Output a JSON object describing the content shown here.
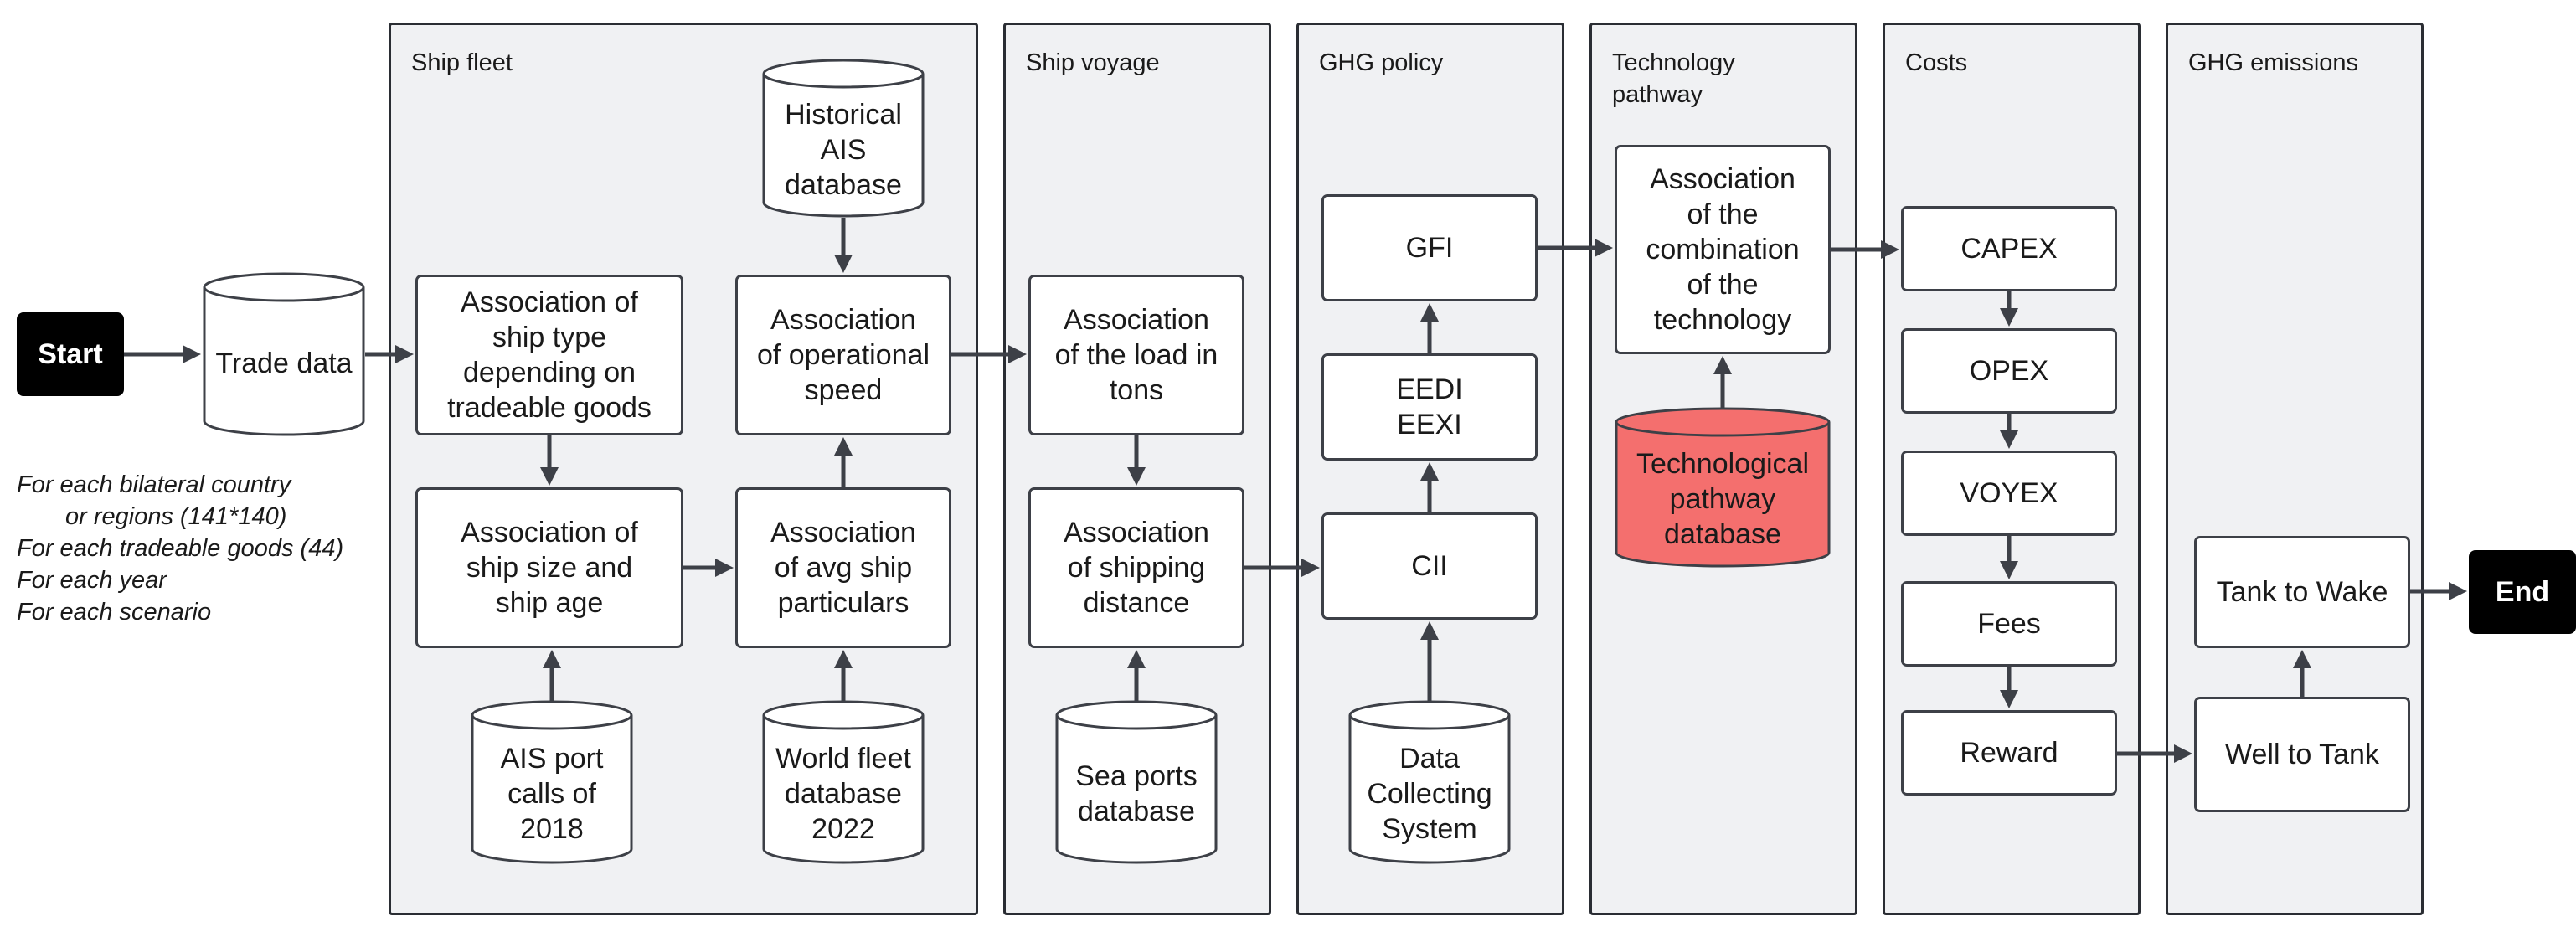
{
  "lanes": {
    "ship_fleet": "Ship fleet",
    "ship_voyage": "Ship voyage",
    "ghg_policy": "GHG policy",
    "technology_pathway": "Technology\npathway",
    "costs": "Costs",
    "ghg_emissions": "GHG emissions"
  },
  "terminals": {
    "start": "Start",
    "end": "End"
  },
  "nodes": {
    "trade_data": "Trade data",
    "ship_type": "Association of\nship type\ndepending on\ntradeable goods",
    "ship_size_age": "Association of\nship size and\nship age",
    "operational_speed": "Association\nof operational\nspeed",
    "avg_particulars": "Association\nof avg ship\nparticulars",
    "historical_ais": "Historical\nAIS\ndatabase",
    "ais_port_calls": "AIS port\ncalls of\n2018",
    "world_fleet": "World fleet\ndatabase\n2022",
    "load_tons": "Association\nof the load in\ntons",
    "shipping_distance": "Association\nof shipping\ndistance",
    "sea_ports": "Sea ports\ndatabase",
    "gfi": "GFI",
    "eedi_eexi": "EEDI\nEEXI",
    "cii": "CII",
    "dcs": "Data\nCollecting\nSystem",
    "tech_combination": "Association\nof the\ncombination\nof the\ntechnology",
    "tech_db": "Technological\npathway\ndatabase",
    "capex": "CAPEX",
    "opex": "OPEX",
    "voyex": "VOYEX",
    "fees": "Fees",
    "reward": "Reward",
    "tank_to_wake": "Tank to Wake",
    "well_to_tank": "Well to Tank"
  },
  "note": {
    "line1": "For each bilateral country",
    "line2": "or regions (141*140)",
    "line3": "For each tradeable goods (44)",
    "line4": "For each year",
    "line5": "For each scenario"
  },
  "colors": {
    "lane_fill": "#f0f1f3",
    "lane_border": "#2a2d33",
    "box_border": "#3d4047",
    "arrow": "#3d4047",
    "terminal": "#000000",
    "highlight_db": "#f46f6e"
  }
}
